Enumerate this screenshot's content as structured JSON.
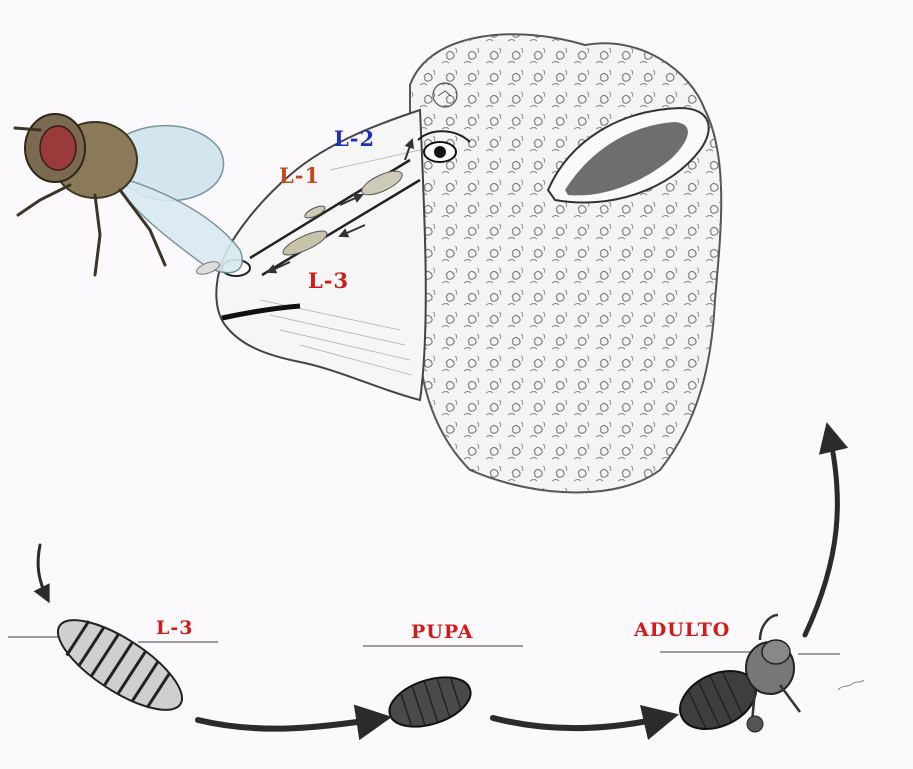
{
  "labels": {
    "l2": "L-2",
    "l1": "L-1",
    "l3_top": "L-3",
    "l3_bottom": "L-3",
    "pupa": "PUPA",
    "adult": "ADULTO"
  },
  "colors": {
    "l2": "#1f2fbf",
    "l1": "#c04a1c",
    "red": "#d11b1b",
    "ink": "#333333",
    "arrow": "#2b2b2b",
    "background": "#fbf9fb"
  },
  "icons": {
    "fly": "fly-icon",
    "sheep": "sheep-head-icon",
    "larva": "larva-icon",
    "pupa": "pupa-icon",
    "adult": "emerging-adult-icon"
  }
}
